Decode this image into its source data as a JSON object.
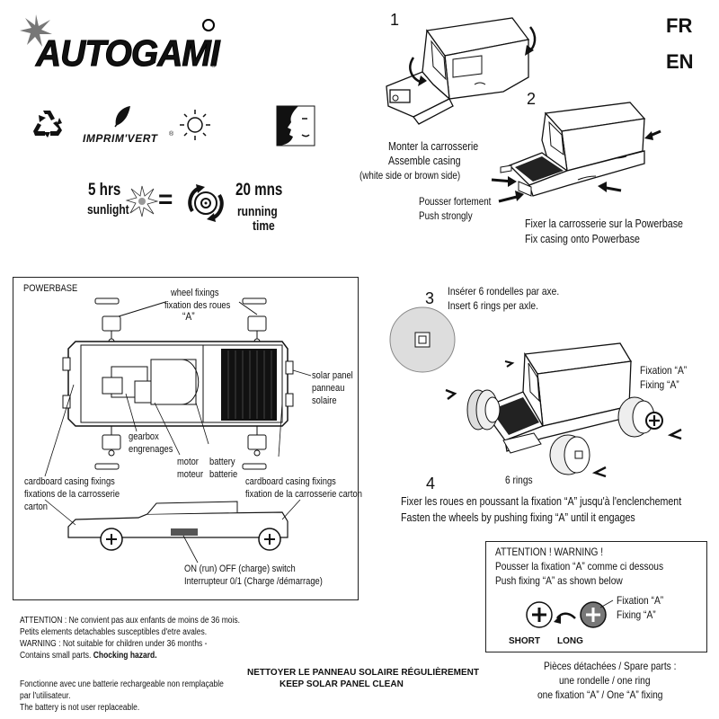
{
  "brand": {
    "name": "AUTOGAMI",
    "imprim": "IMPRIM'VERT",
    "reg": "®"
  },
  "lang": {
    "fr": "FR",
    "en": "EN"
  },
  "charge": {
    "hours": "5 hrs",
    "sunlight": "sunlight",
    "equals": "=",
    "mins": "20 mns",
    "running": "running",
    "time": "time"
  },
  "step1": {
    "num": "1",
    "fr": "Monter la carrosserie",
    "en": "Assemble casing",
    "note": "(white side or brown side)"
  },
  "step2": {
    "num": "2",
    "push_fr": "Pousser fortement",
    "push_en": "Push strongly",
    "fix_fr": "Fixer la carrosserie sur la Powerbase",
    "fix_en": "Fix casing onto Powerbase"
  },
  "powerbase": {
    "title": "POWERBASE",
    "wheel_fixings": "wheel fixings",
    "wheel_fixation": "fixation des roues",
    "wheel_a": "“A”",
    "solar1": "solar panel",
    "solar2": "panneau",
    "solar3": "solaire",
    "gearbox1": "gearbox",
    "gearbox2": "engrenages",
    "motor1": "motor",
    "motor2": "moteur",
    "battery1": "battery",
    "battery2": "batterie",
    "cas_left1": "cardboard casing fixings",
    "cas_left2": "fixations de la carrosserie",
    "cas_left3": "carton",
    "cas_right1": "cardboard casing fixings",
    "cas_right2": "fixation de la carrosserie carton",
    "switch1": "ON (run)  OFF (charge) switch",
    "switch2": "Interrupteur  0/1 (Charge /démarrage)"
  },
  "step3": {
    "num": "3",
    "fr": "Insérer  6 rondelles par axe.",
    "en": "Insert  6 rings per axle.",
    "fix_fr": "Fixation “A”",
    "fix_en": "Fixing “A”",
    "rings": "6 rings"
  },
  "step4": {
    "num": "4",
    "fr": "Fixer les roues en poussant la fixation “A” jusqu'à l'enclenchement",
    "en": "Fasten the wheels by pushing fixing “A” until it engages"
  },
  "warning_box": {
    "title": "ATTENTION !  WARNING !",
    "fr": "Pousser la fixation “A” comme ci dessous",
    "en": "Push fixing “A” as shown below",
    "fix_fr": "Fixation “A”",
    "fix_en": "Fixing “A”",
    "short": "SHORT",
    "long": "LONG"
  },
  "safety": {
    "l1": "ATTENTION : Ne convient pas aux enfants de moins de 36 mois.",
    "l2": "Petits elements detachables susceptibles d'etre avales.",
    "l3": "WARNING : Not suitable for children under 36 months -",
    "l4a": "Contains small parts. ",
    "l4b": "Chocking hazard."
  },
  "battery": {
    "l1": "Fonctionne avec une batterie rechargeable non remplaçable",
    "l2": "par l'utilisateur.",
    "l3": "The battery is not user replaceable."
  },
  "clean": {
    "fr": "NETTOYER LE PANNEAU SOLAIRE RÉGULIÈREMENT",
    "en": "KEEP SOLAR PANEL CLEAN"
  },
  "spares": {
    "l1": "Pièces détachées / Spare parts :",
    "l2": "une rondelle / one ring",
    "l3": "one fixation “A” / One “A” fixing"
  }
}
